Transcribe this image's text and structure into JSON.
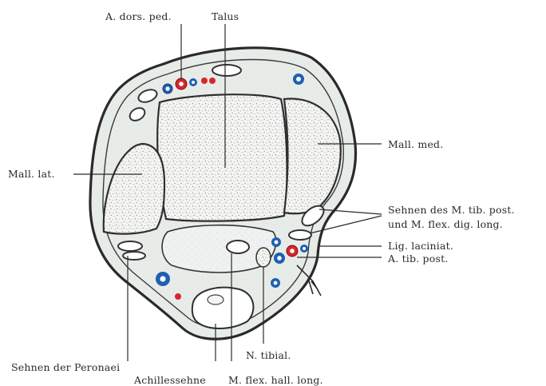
{
  "figure": {
    "labels": {
      "a_dors_ped": "A. dors. ped.",
      "talus": "Talus",
      "mall_med": "Mall. med.",
      "mall_lat": "Mall. lat.",
      "sehnen_tib_post_line1": "Sehnen des M. tib. post.",
      "sehnen_tib_post_line2": "und M. flex. dig. long.",
      "lig_laciniat": "Lig. laciniat.",
      "a_tib_post": "A. tib. post.",
      "sehnen_peronaei": "Sehnen der Peronaei",
      "n_tibial": "N. tibial.",
      "achillessehne": "Achillessehne",
      "m_flex_hall_long": "M. flex. hall. long."
    },
    "colors": {
      "artery": "#d8262e",
      "vein": "#1f5fb3",
      "tissue": "#e7ebe8",
      "ink": "#2a2a2a"
    }
  }
}
